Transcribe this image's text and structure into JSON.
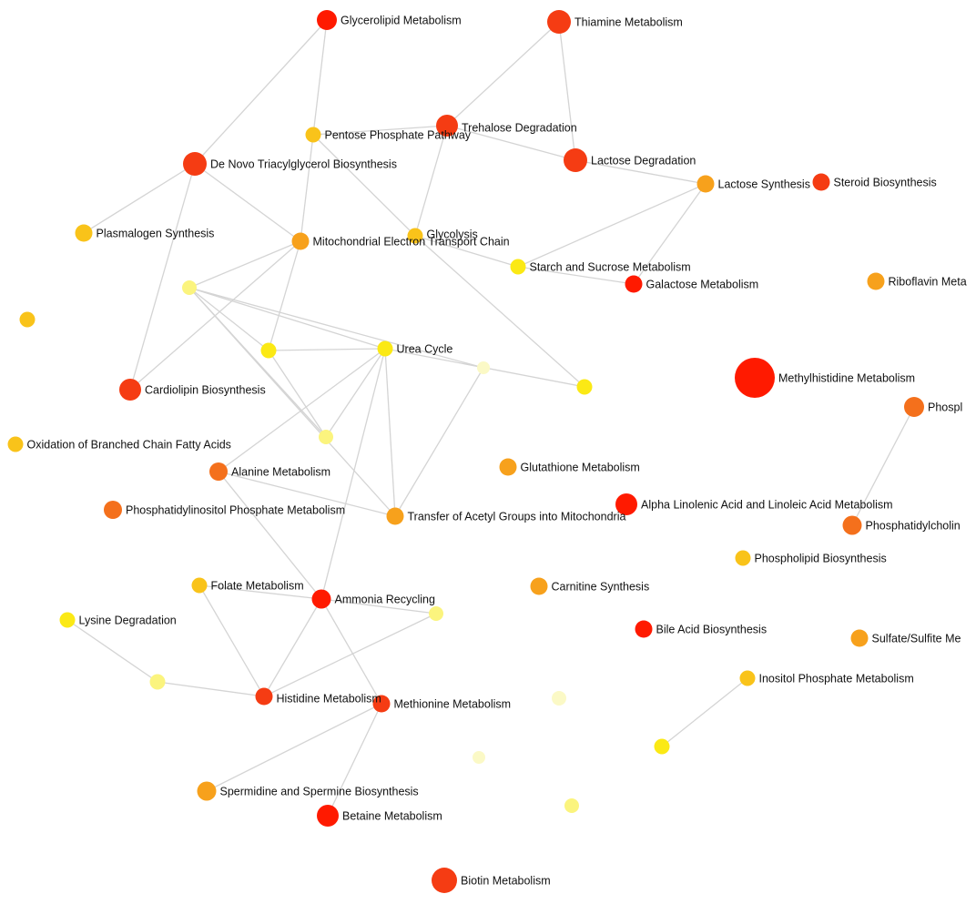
{
  "colors": {
    "red": "#ff1a00",
    "red_orange": "#f53c13",
    "orange": "#f4701c",
    "light_orange": "#f7a11c",
    "amber": "#f9c31a",
    "yellow": "#fbe915",
    "pale_yellow": "#fbf47e",
    "faint_yellow": "#fbf9c6",
    "edge": "#d4d4d4"
  },
  "nodes": [
    {
      "id": "glycerolipid",
      "label": "Glycerolipid Metabolism",
      "color": "red"
    },
    {
      "id": "thiamine",
      "label": "Thiamine Metabolism",
      "color": "red_orange"
    },
    {
      "id": "trehalose",
      "label": "Trehalose Degradation",
      "color": "red_orange"
    },
    {
      "id": "pentose",
      "label": "Pentose Phosphate Pathway",
      "color": "amber"
    },
    {
      "id": "lactose_deg",
      "label": "Lactose Degradation",
      "color": "red_orange"
    },
    {
      "id": "denovo_tag",
      "label": "De Novo Triacylglycerol Biosynthesis",
      "color": "red_orange"
    },
    {
      "id": "lactose_syn",
      "label": "Lactose Synthesis",
      "color": "light_orange"
    },
    {
      "id": "steroid",
      "label": "Steroid Biosynthesis",
      "color": "red_orange"
    },
    {
      "id": "plasmalogen",
      "label": "Plasmalogen Synthesis",
      "color": "amber"
    },
    {
      "id": "mito_etc",
      "label": "Mitochondrial Electron Transport Chain",
      "color": "light_orange"
    },
    {
      "id": "glycolysis",
      "label": "Glycolysis",
      "color": "amber"
    },
    {
      "id": "starch",
      "label": "Starch and Sucrose Metabolism",
      "color": "yellow"
    },
    {
      "id": "galactose",
      "label": "Galactose Metabolism",
      "color": "red"
    },
    {
      "id": "riboflavin",
      "label": "Riboflavin Meta",
      "color": "light_orange"
    },
    {
      "id": "unl_a",
      "label": "",
      "color": "pale_yellow"
    },
    {
      "id": "unl_b",
      "label": "",
      "color": "amber"
    },
    {
      "id": "unl_c",
      "label": "",
      "color": "yellow"
    },
    {
      "id": "urea",
      "label": "Urea Cycle",
      "color": "yellow"
    },
    {
      "id": "unl_d",
      "label": "",
      "color": "faint_yellow"
    },
    {
      "id": "unl_e",
      "label": "",
      "color": "yellow"
    },
    {
      "id": "methylhistidine",
      "label": "Methylhistidine Metabolism",
      "color": "red"
    },
    {
      "id": "cardiolipin",
      "label": "Cardiolipin Biosynthesis",
      "color": "red_orange"
    },
    {
      "id": "phosph_r",
      "label": "Phospl",
      "color": "orange"
    },
    {
      "id": "oxidation",
      "label": "Oxidation of Branched Chain Fatty Acids",
      "color": "amber"
    },
    {
      "id": "unl_f",
      "label": "",
      "color": "pale_yellow"
    },
    {
      "id": "alanine",
      "label": "Alanine Metabolism",
      "color": "orange"
    },
    {
      "id": "glutathione",
      "label": "Glutathione Metabolism",
      "color": "light_orange"
    },
    {
      "id": "alpha_lin",
      "label": "Alpha Linolenic Acid and Linoleic Acid Metabolism",
      "color": "red"
    },
    {
      "id": "pip",
      "label": "Phosphatidylinositol Phosphate Metabolism",
      "color": "orange"
    },
    {
      "id": "acetyl",
      "label": "Transfer of Acetyl Groups into Mitochondria",
      "color": "light_orange"
    },
    {
      "id": "phosphatidylcholine",
      "label": "Phosphatidylcholin",
      "color": "orange"
    },
    {
      "id": "phospholipid",
      "label": "Phospholipid Biosynthesis",
      "color": "amber"
    },
    {
      "id": "folate",
      "label": "Folate Metabolism",
      "color": "amber"
    },
    {
      "id": "carnitine",
      "label": "Carnitine Synthesis",
      "color": "light_orange"
    },
    {
      "id": "ammonia",
      "label": "Ammonia Recycling",
      "color": "red"
    },
    {
      "id": "unl_g",
      "label": "",
      "color": "pale_yellow"
    },
    {
      "id": "lysine",
      "label": "Lysine Degradation",
      "color": "yellow"
    },
    {
      "id": "bile",
      "label": "Bile Acid Biosynthesis",
      "color": "red"
    },
    {
      "id": "sulfate",
      "label": "Sulfate/Sulfite Me",
      "color": "light_orange"
    },
    {
      "id": "inositol",
      "label": "Inositol Phosphate Metabolism",
      "color": "amber"
    },
    {
      "id": "unl_h",
      "label": "",
      "color": "pale_yellow"
    },
    {
      "id": "histidine",
      "label": "Histidine Metabolism",
      "color": "red_orange"
    },
    {
      "id": "methionine",
      "label": "Methionine Metabolism",
      "color": "red_orange"
    },
    {
      "id": "unl_i",
      "label": "",
      "color": "faint_yellow"
    },
    {
      "id": "unl_j",
      "label": "",
      "color": "amber"
    },
    {
      "id": "unl_k",
      "label": "",
      "color": "faint_yellow"
    },
    {
      "id": "spermidine",
      "label": "Spermidine and Spermine Biosynthesis",
      "color": "light_orange"
    },
    {
      "id": "unl_l",
      "label": "",
      "color": "pale_yellow"
    },
    {
      "id": "betaine",
      "label": "Betaine Metabolism",
      "color": "red"
    },
    {
      "id": "biotin",
      "label": "Biotin Metabolism",
      "color": "red_orange"
    },
    {
      "id": "unl_m",
      "label": "",
      "color": "yellow"
    }
  ],
  "edges": [
    [
      "glycerolipid",
      "denovo_tag"
    ],
    [
      "glycerolipid",
      "pentose"
    ],
    [
      "thiamine",
      "trehalose"
    ],
    [
      "thiamine",
      "lactose_deg"
    ],
    [
      "trehalose",
      "lactose_deg"
    ],
    [
      "trehalose",
      "pentose"
    ],
    [
      "trehalose",
      "glycolysis"
    ],
    [
      "lactose_deg",
      "lactose_syn"
    ],
    [
      "lactose_syn",
      "starch"
    ],
    [
      "lactose_syn",
      "galactose"
    ],
    [
      "pentose",
      "mito_etc"
    ],
    [
      "pentose",
      "glycolysis"
    ],
    [
      "denovo_tag",
      "plasmalogen"
    ],
    [
      "denovo_tag",
      "mito_etc"
    ],
    [
      "denovo_tag",
      "cardiolipin"
    ],
    [
      "glycolysis",
      "starch"
    ],
    [
      "glycolysis",
      "unl_e"
    ],
    [
      "starch",
      "galactose"
    ],
    [
      "mito_etc",
      "unl_a"
    ],
    [
      "mito_etc",
      "unl_c"
    ],
    [
      "mito_etc",
      "cardiolipin"
    ],
    [
      "unl_a",
      "unl_c"
    ],
    [
      "unl_a",
      "urea"
    ],
    [
      "unl_a",
      "unl_d"
    ],
    [
      "unl_a",
      "unl_f"
    ],
    [
      "unl_a",
      "acetyl"
    ],
    [
      "unl_c",
      "urea"
    ],
    [
      "unl_c",
      "unl_f"
    ],
    [
      "urea",
      "alanine"
    ],
    [
      "urea",
      "unl_f"
    ],
    [
      "urea",
      "acetyl"
    ],
    [
      "urea",
      "ammonia"
    ],
    [
      "urea",
      "unl_e"
    ],
    [
      "unl_d",
      "acetyl"
    ],
    [
      "alanine",
      "acetyl"
    ],
    [
      "alanine",
      "ammonia"
    ],
    [
      "phosph_r",
      "phosphatidylcholine"
    ],
    [
      "ammonia",
      "folate"
    ],
    [
      "ammonia",
      "histidine"
    ],
    [
      "ammonia",
      "methionine"
    ],
    [
      "ammonia",
      "unl_g"
    ],
    [
      "histidine",
      "folate"
    ],
    [
      "histidine",
      "unl_h"
    ],
    [
      "histidine",
      "unl_g"
    ],
    [
      "unl_h",
      "lysine"
    ],
    [
      "methionine",
      "spermidine"
    ],
    [
      "methionine",
      "betaine"
    ],
    [
      "inositol",
      "unl_m"
    ]
  ]
}
